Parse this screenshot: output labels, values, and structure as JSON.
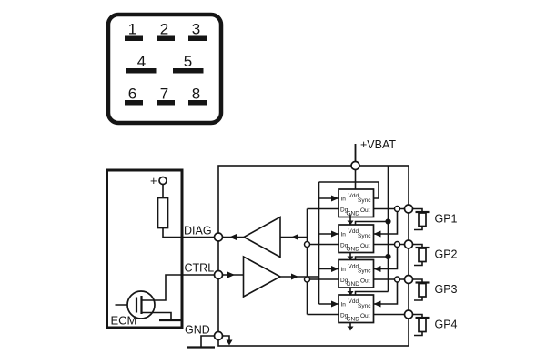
{
  "connector_pinout": {
    "pins": [
      "1",
      "2",
      "3",
      "4",
      "5",
      "6",
      "7",
      "8"
    ]
  },
  "ecm": {
    "label": "ECM",
    "battery_terminal": "+"
  },
  "module": {
    "vbat_label": "+VBAT",
    "diag_label": "DIAG",
    "ctrl_label": "CTRL",
    "gnd_label": "GND"
  },
  "driver_ic": {
    "pin_labels": {
      "in": "In",
      "vdd": "Vdd",
      "sync": "Sync",
      "dg": "Dg",
      "gnd": "GND",
      "out": "Out"
    }
  },
  "glow_plugs": [
    "GP1",
    "GP2",
    "GP3",
    "GP4"
  ],
  "colors": {
    "line": "#151515",
    "background": "#ffffff"
  }
}
